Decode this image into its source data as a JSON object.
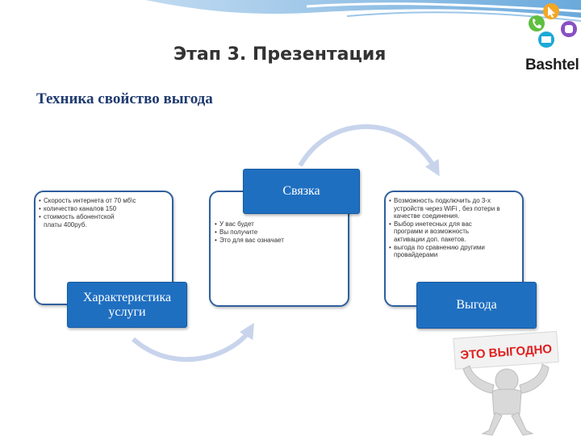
{
  "title": "Этап 3. Презентация",
  "subtitle": "Техника свойство выгода",
  "logo": {
    "text": "Bashtel",
    "icons": [
      "phone-icon",
      "cursor-icon",
      "tv-icon",
      "database-icon"
    ]
  },
  "features": {
    "label": "Характеристика услуги",
    "items": [
      "Скорость интернета от 70 мб\\с",
      "количество каналов 150",
      "стоимость абонентской платы 400руб."
    ]
  },
  "connection": {
    "label": "Связка",
    "items": [
      "У вас будет",
      "Вы получите",
      "Это для вас означает"
    ]
  },
  "benefit": {
    "label": "Выгода",
    "items": [
      "Возможность подключить до 3-х устройств через WiFi , без потери в качестве соединения.",
      "Выбор инетесных для вас программ и возможность активации доп. пакетов.",
      "выгода по сравнению другими провайдерами"
    ]
  },
  "sign": {
    "text": "ЭТО ВЫГОДНО"
  },
  "colors": {
    "box_blue": "#1f6fc1",
    "frame_blue": "#2f5f9e",
    "title": "#333333",
    "subtitle": "#1f3a6e",
    "arrow": "#c8d4ec",
    "sign_red": "#e02020"
  }
}
